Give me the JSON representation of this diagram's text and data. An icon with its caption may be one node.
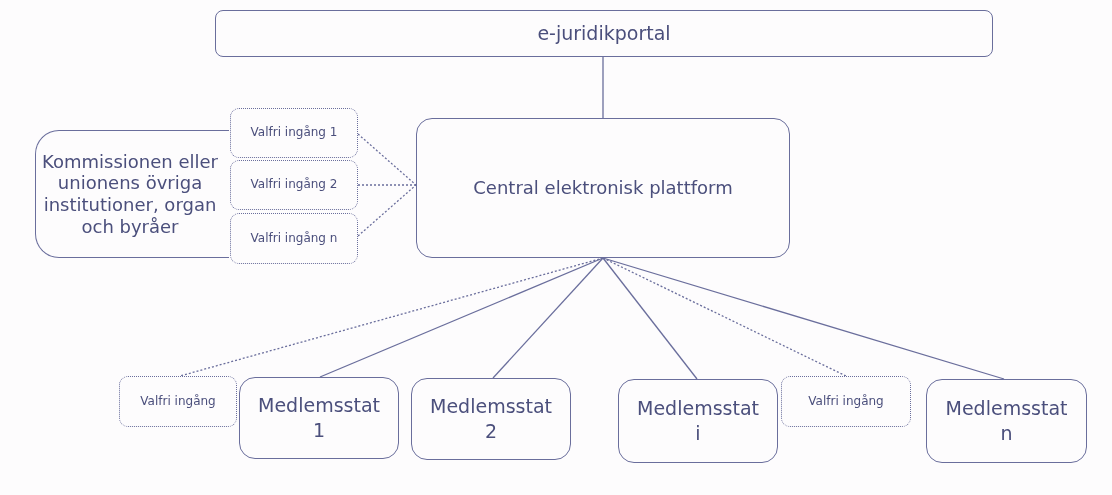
{
  "diagram": {
    "nodes": [
      {
        "text": [
          "e-juridikportal"
        ]
      },
      {
        "text": [
          "Central elektronisk plattform"
        ]
      },
      {
        "text": [
          "Kommissionen eller unionens övriga institutioner, organ och byråer"
        ]
      },
      {
        "text": [
          "Valfri ingång 1"
        ]
      },
      {
        "text": [
          "Valfri ingång 2"
        ]
      },
      {
        "text": [
          "Valfri ingång n"
        ]
      },
      {
        "text": [
          "Valfri ingång"
        ]
      },
      {
        "text": [
          "Medlemsstat 1"
        ]
      },
      {
        "text": [
          "Medlemsstat 2"
        ]
      },
      {
        "text": [
          "Medlemsstat i"
        ]
      },
      {
        "text": [
          "Valfri ingång"
        ]
      },
      {
        "text": [
          "Medlemsstat n"
        ]
      }
    ],
    "edges": [
      {
        "from": 0,
        "to": 1,
        "arrow": "none"
      },
      {
        "from": 3,
        "to": 1,
        "arrow": "none",
        "style": "dashed"
      },
      {
        "from": 4,
        "to": 1,
        "arrow": "none",
        "style": "dashed"
      },
      {
        "from": 5,
        "to": 1,
        "arrow": "none",
        "style": "dashed"
      },
      {
        "from": 1,
        "to": 6,
        "arrow": "none",
        "style": "dashed"
      },
      {
        "from": 1,
        "to": 7,
        "arrow": "none"
      },
      {
        "from": 1,
        "to": 8,
        "arrow": "none"
      },
      {
        "from": 1,
        "to": 9,
        "arrow": "none"
      },
      {
        "from": 1,
        "to": 10,
        "arrow": "none",
        "style": "dashed"
      },
      {
        "from": 1,
        "to": 11,
        "arrow": "none"
      }
    ]
  }
}
